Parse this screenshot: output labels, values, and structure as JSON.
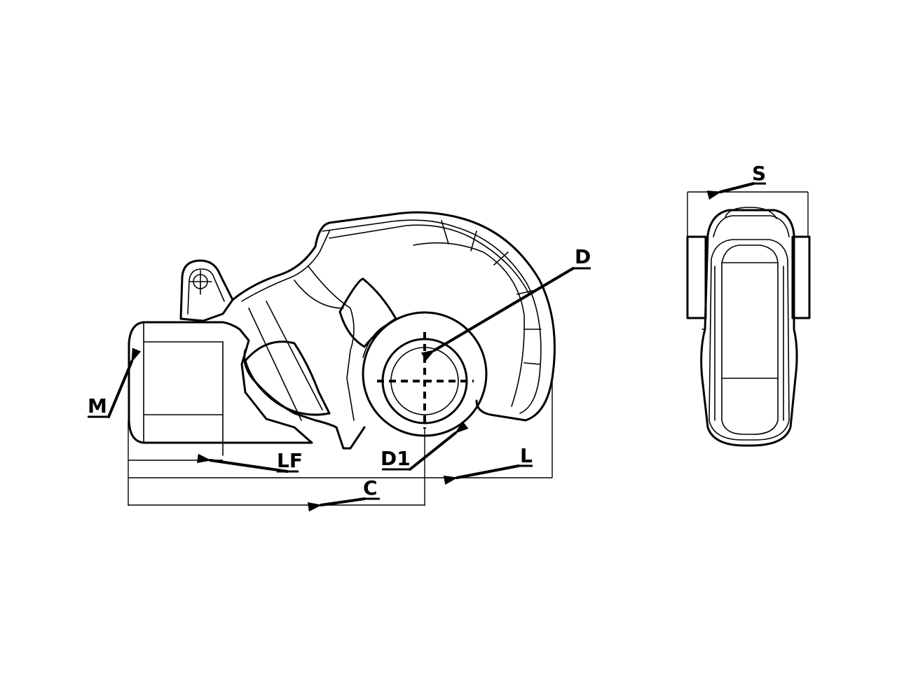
{
  "labels": {
    "d": "D",
    "d1": "D1",
    "m": "M",
    "lf": "LF",
    "l": "L",
    "c": "C",
    "s": "S"
  }
}
